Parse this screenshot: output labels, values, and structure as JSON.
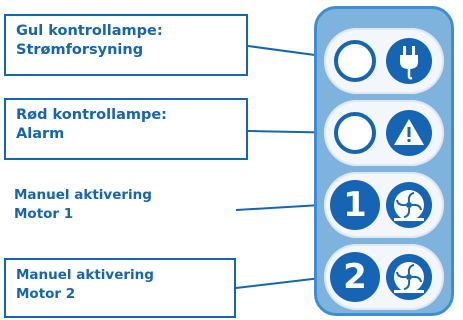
{
  "colors": {
    "accent": "#1565b4",
    "panel": "#7eb3de",
    "row": "#f3f7fb"
  },
  "items": [
    {
      "line1": "Gul kontrollampe:",
      "line2": "Strømforsyning",
      "indicator": "yellow-lamp-ring",
      "icon": "power-plug-icon"
    },
    {
      "line1": "Rød kontrollampe:",
      "line2": "Alarm",
      "indicator": "red-lamp-ring",
      "icon": "warning-triangle-icon"
    },
    {
      "line1": "Manuel aktivering",
      "line2": "Motor 1",
      "button_number": "1",
      "icon": "fan-icon"
    },
    {
      "line1": "Manuel aktivering",
      "line2": "Motor 2",
      "button_number": "2",
      "icon": "fan-icon"
    }
  ]
}
